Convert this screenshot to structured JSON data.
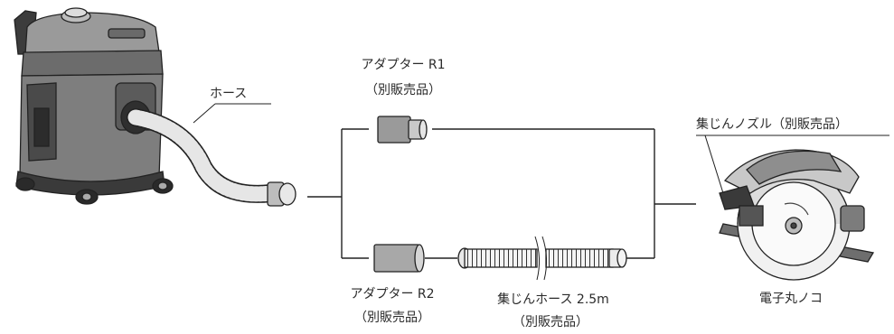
{
  "labels": {
    "hose": "ホース",
    "adapter_r1": "アダプター R1",
    "adapter_r1_note": "（別販売品）",
    "adapter_r2": "アダプター R2",
    "adapter_r2_note": "（別販売品）",
    "dust_hose": "集じんホース 2.5m",
    "dust_hose_note": "（別販売品）",
    "nozzle": "集じんノズル（別販売品）",
    "saw": "電子丸ノコ"
  },
  "icons": [
    "vacuum-cleaner-icon",
    "hose-icon",
    "adapter-r1-icon",
    "adapter-r2-icon",
    "dust-hose-icon",
    "circular-saw-icon"
  ]
}
